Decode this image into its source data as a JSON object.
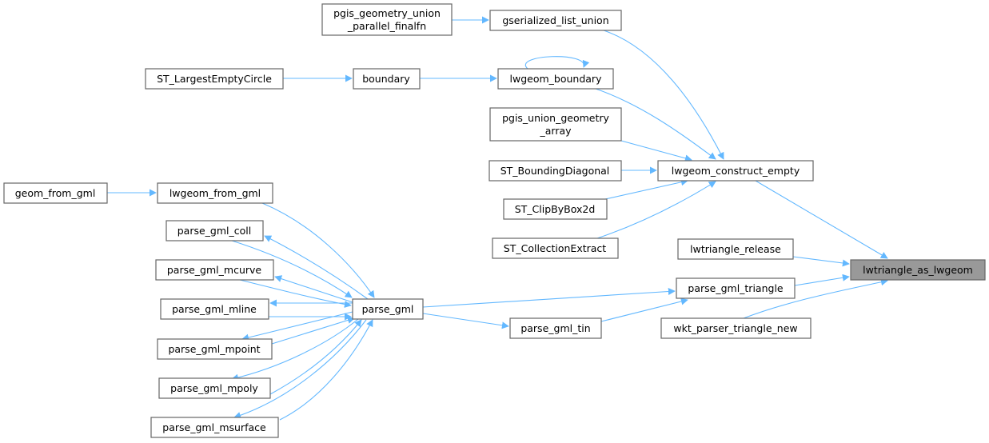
{
  "graph": {
    "accent_color": "#63b8ff",
    "nodes": {
      "pgis_geometry_union_parallel_finalfn": {
        "line1": "pgis_geometry_union",
        "line2": "_parallel_finalfn"
      },
      "gserialized_list_union": {
        "label": "gserialized_list_union"
      },
      "ST_LargestEmptyCircle": {
        "label": "ST_LargestEmptyCircle"
      },
      "boundary": {
        "label": "boundary"
      },
      "lwgeom_boundary": {
        "label": "lwgeom_boundary"
      },
      "pgis_union_geometry_array": {
        "line1": "pgis_union_geometry",
        "line2": "_array"
      },
      "ST_BoundingDiagonal": {
        "label": "ST_BoundingDiagonal"
      },
      "lwgeom_construct_empty": {
        "label": "lwgeom_construct_empty"
      },
      "ST_ClipByBox2d": {
        "label": "ST_ClipByBox2d"
      },
      "ST_CollectionExtract": {
        "label": "ST_CollectionExtract"
      },
      "lwtriangle_release": {
        "label": "lwtriangle_release"
      },
      "lwtriangle_as_lwgeom": {
        "label": "lwtriangle_as_lwgeom"
      },
      "parse_gml_triangle": {
        "label": "parse_gml_triangle"
      },
      "wkt_parser_triangle_new": {
        "label": "wkt_parser_triangle_new"
      },
      "parse_gml_tin": {
        "label": "parse_gml_tin"
      },
      "parse_gml": {
        "label": "parse_gml"
      },
      "geom_from_gml": {
        "label": "geom_from_gml"
      },
      "lwgeom_from_gml": {
        "label": "lwgeom_from_gml"
      },
      "parse_gml_coll": {
        "label": "parse_gml_coll"
      },
      "parse_gml_mcurve": {
        "label": "parse_gml_mcurve"
      },
      "parse_gml_mline": {
        "label": "parse_gml_mline"
      },
      "parse_gml_mpoint": {
        "label": "parse_gml_mpoint"
      },
      "parse_gml_mpoly": {
        "label": "parse_gml_mpoly"
      },
      "parse_gml_msurface": {
        "label": "parse_gml_msurface"
      }
    }
  }
}
